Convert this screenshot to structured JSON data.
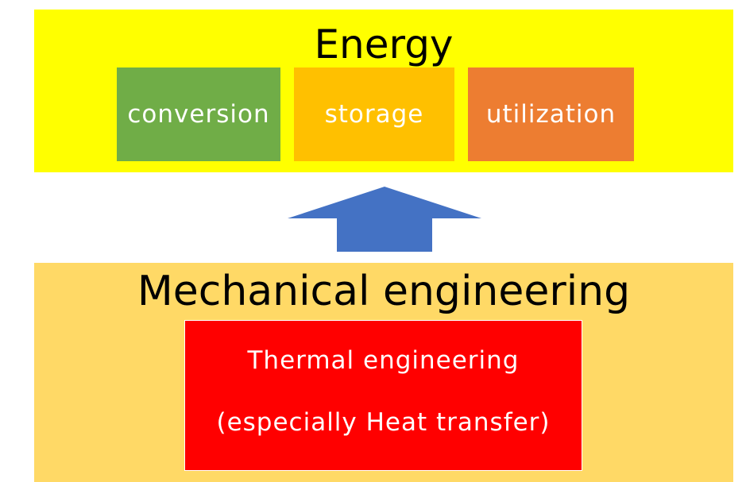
{
  "energy": {
    "title": "Energy",
    "items": [
      {
        "label": "conversion",
        "color": "#70ad47"
      },
      {
        "label": "storage",
        "color": "#ffc000"
      },
      {
        "label": "utilization",
        "color": "#ed7d31"
      }
    ],
    "background": "#ffff00"
  },
  "arrow": {
    "direction": "up",
    "color": "#4472c4"
  },
  "mechanical": {
    "title": "Mechanical engineering",
    "background": "#ffd966",
    "thermal": {
      "line1": "Thermal engineering",
      "line2": "(especially Heat transfer)",
      "color": "#ff0000"
    }
  }
}
